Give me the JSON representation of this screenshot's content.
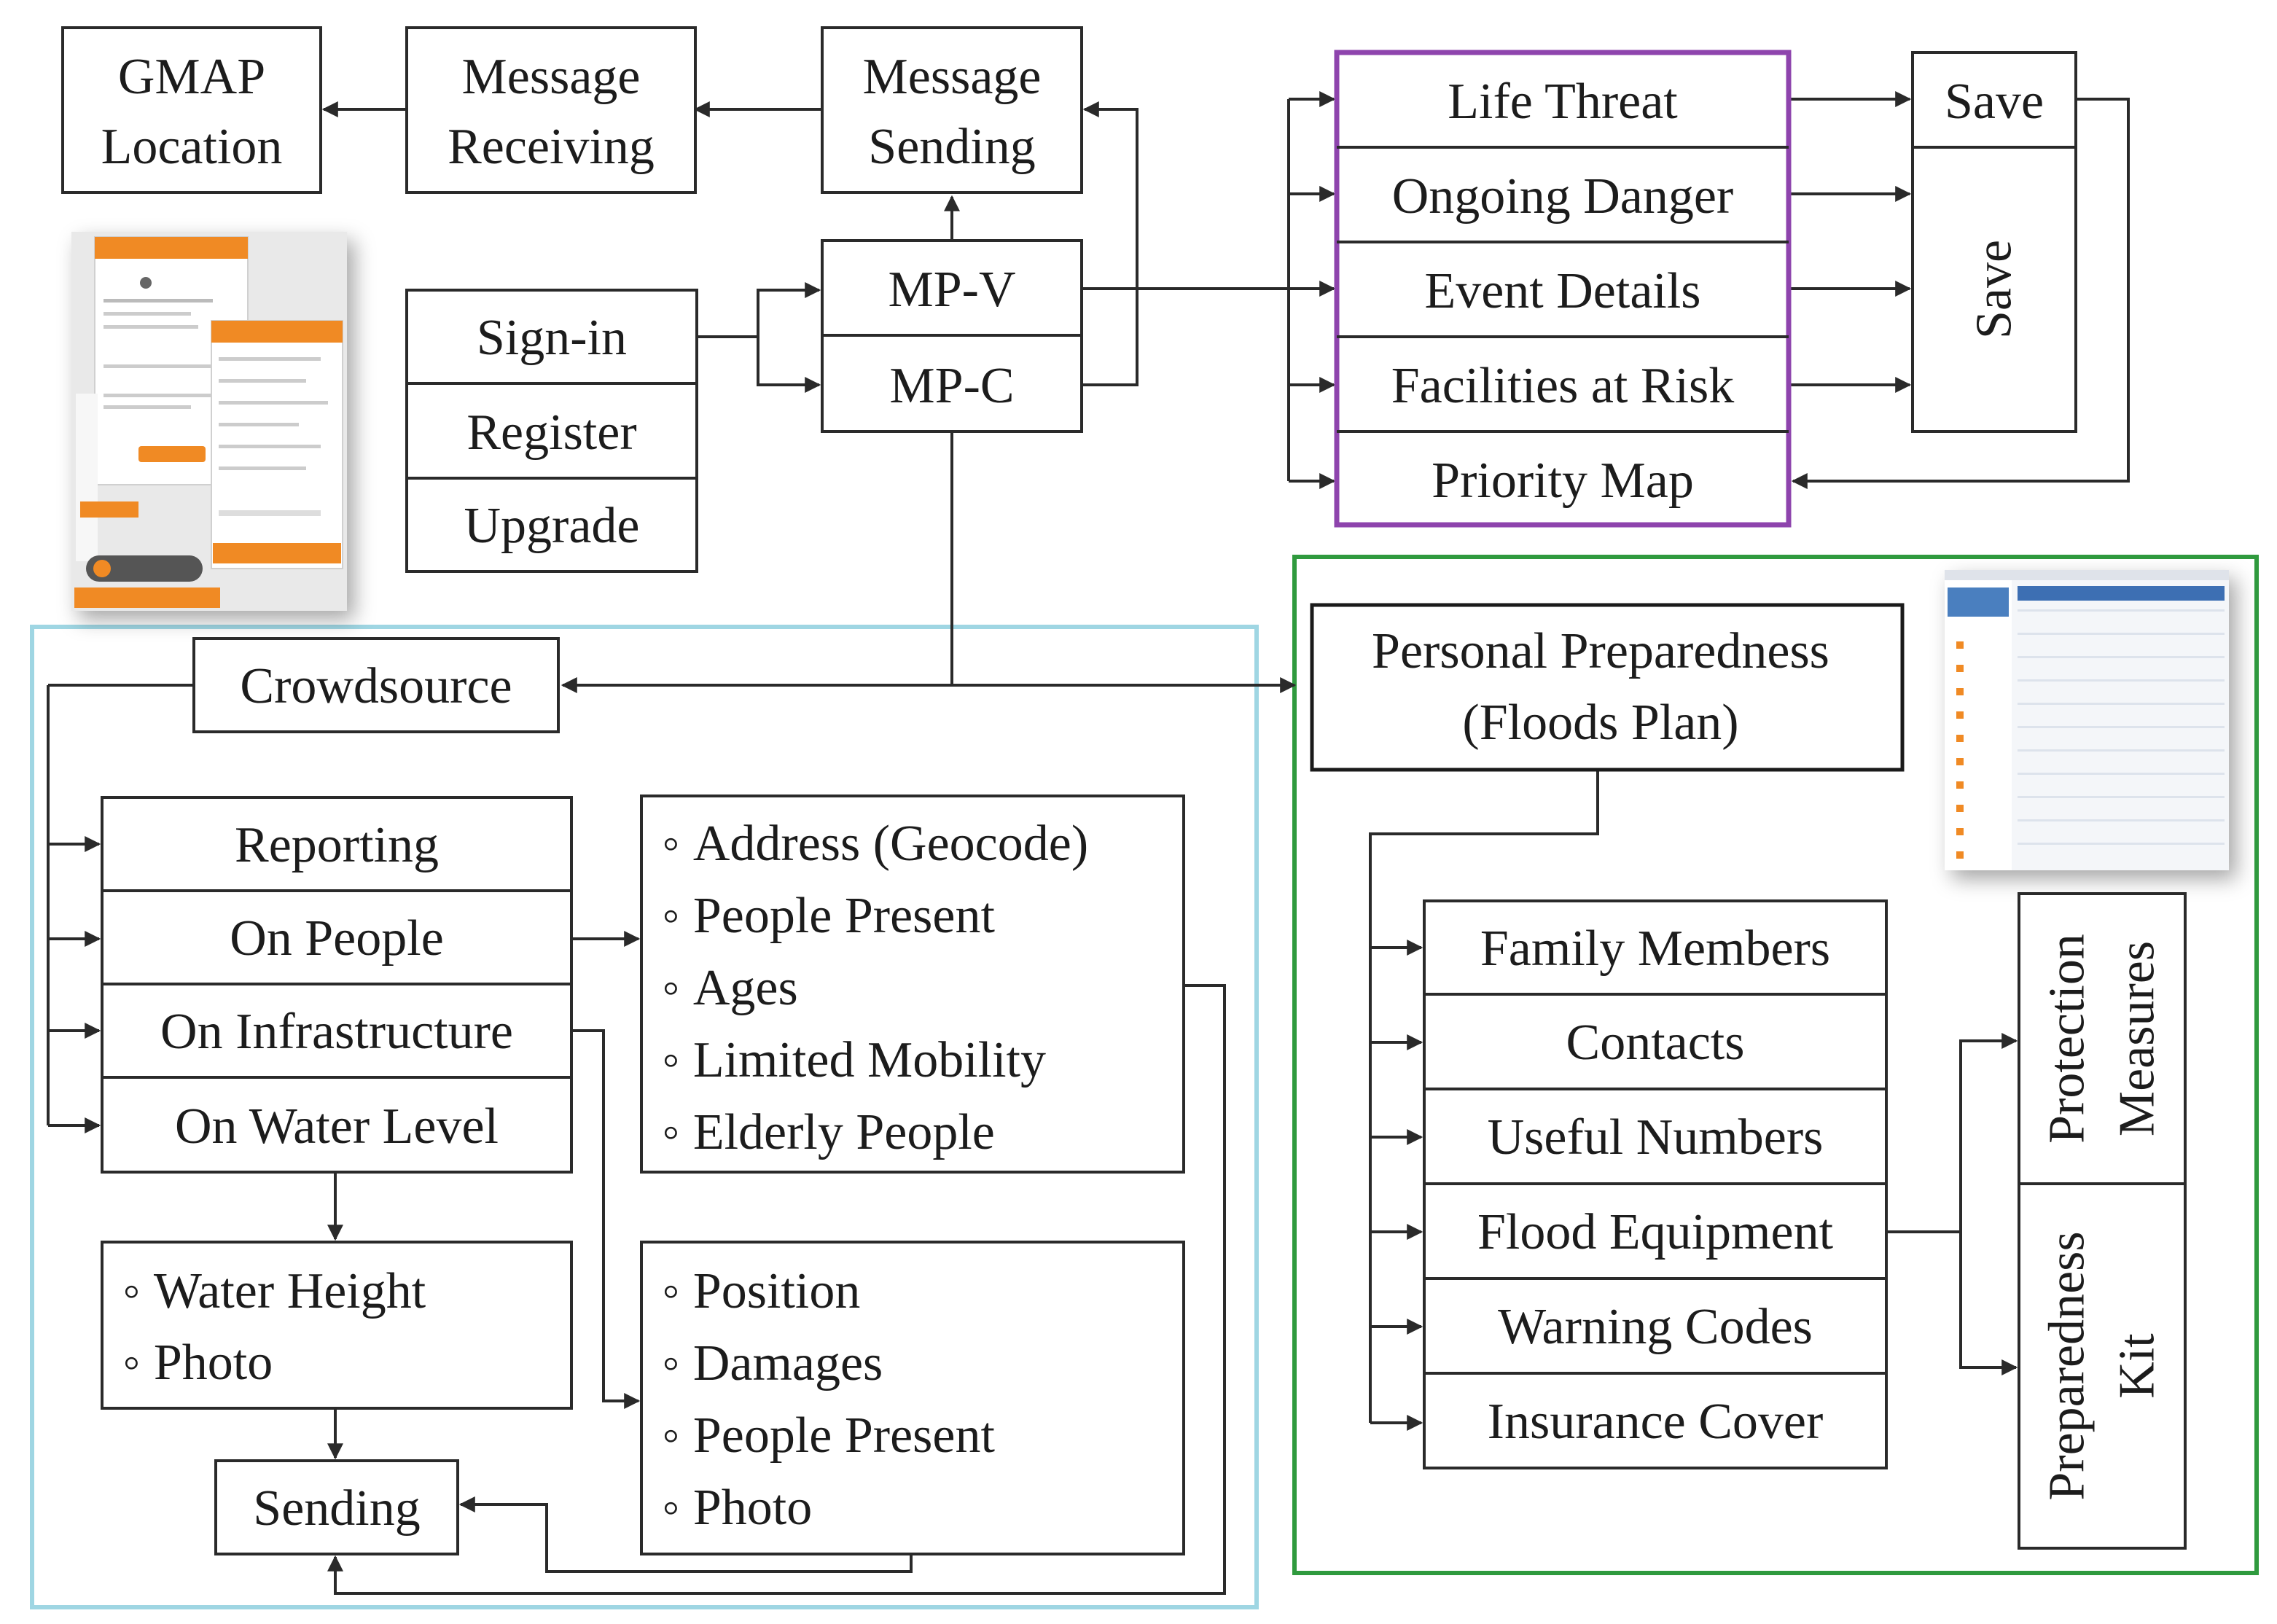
{
  "colors": {
    "line": "#2a2a2a",
    "crowdsource_frame": "#9fd6e3",
    "preparedness_frame": "#2f9a3e",
    "situation_frame": "#8e44ad",
    "app_accent": "#f08a24"
  },
  "top": {
    "gmap": [
      "GMAP",
      "Location"
    ],
    "message_receiving": [
      "Message",
      "Receiving"
    ],
    "message_sending": [
      "Message",
      "Sending"
    ]
  },
  "auth": {
    "sign_in": "Sign-in",
    "register": "Register",
    "upgrade": "Upgrade"
  },
  "modes": {
    "mp_v": "MP-V",
    "mp_c": "MP-C"
  },
  "situation": {
    "items": [
      "Life Threat",
      "Ongoing Danger",
      "Event Details",
      "Facilities at Risk",
      "Priority Map"
    ],
    "save_top": "Save",
    "save_side": "Save"
  },
  "crowdsource": {
    "title": "Crowdsource",
    "report_types": [
      "Reporting",
      "On People",
      "On Infrastructure",
      "On Water Level"
    ],
    "people_fields": [
      "Address (Geocode)",
      "People Present",
      "Ages",
      "Limited Mobility",
      "Elderly People"
    ],
    "water_fields": [
      "Water Height",
      "Photo"
    ],
    "infrastructure_fields": [
      "Position",
      "Damages",
      "People Present",
      "Photo"
    ],
    "sending": "Sending"
  },
  "preparedness": {
    "title": [
      "Personal Preparedness",
      "(Floods Plan)"
    ],
    "items": [
      "Family Members",
      "Contacts",
      "Useful Numbers",
      "Flood Equipment",
      "Warning Codes",
      "Insurance Cover"
    ],
    "protection": [
      "Protection",
      "Measures"
    ],
    "kit": [
      "Preparedness",
      "Kit"
    ]
  },
  "bullet": "◦"
}
